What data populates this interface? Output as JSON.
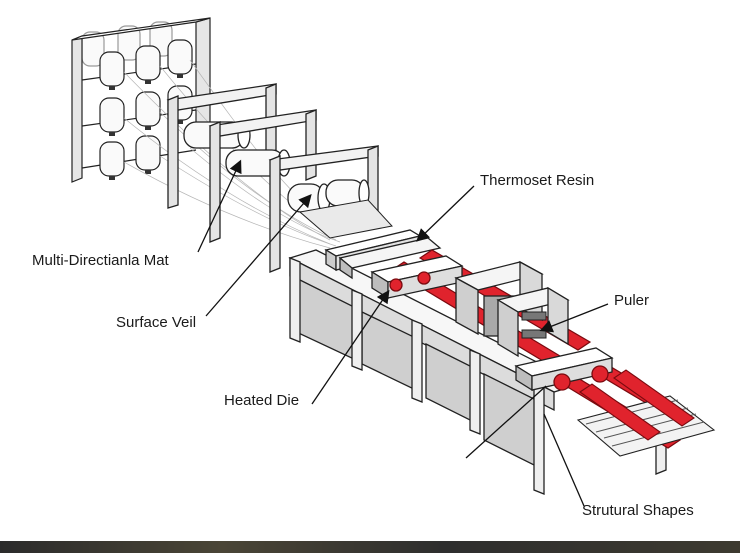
{
  "labels": {
    "thermoset_resin": "Thermoset Resin",
    "multi_directional_mat": "Multi-Directianla Mat",
    "surface_veil": "Surface Veil",
    "heated_die": "Heated Die",
    "puller": "Puler",
    "structural_shapes": "Strutural Shapes"
  },
  "colors": {
    "outline": "#222222",
    "frame_fill": "#f2f2f2",
    "shade": "#bdbdbd",
    "dark_shade": "#8c8c8c",
    "rod": "#e0232d",
    "rod_dark": "#9e1016"
  }
}
